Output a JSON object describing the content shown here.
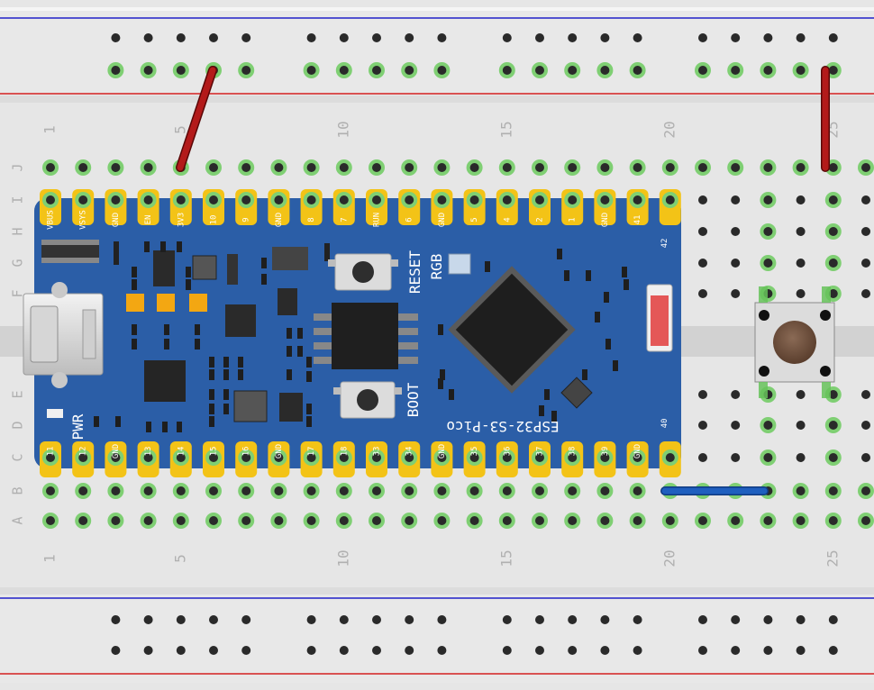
{
  "breadboard": {
    "column_numbers": [
      "1",
      "5",
      "10",
      "15",
      "20",
      "25"
    ],
    "row_letters_top": [
      "J",
      "I",
      "H",
      "G",
      "F"
    ],
    "row_letters_bottom": [
      "E",
      "D",
      "C",
      "B",
      "A"
    ]
  },
  "board": {
    "name": "ESP32-S3-Pico",
    "top_pins": [
      "VBUS",
      "VSYS",
      "GND",
      "EN",
      "3V3",
      "10",
      "9",
      "GND",
      "8",
      "7",
      "RUN",
      "6",
      "GND",
      "5",
      "4",
      "2",
      "1",
      "GND",
      "41"
    ],
    "bottom_pins": [
      "11",
      "12",
      "GND",
      "13",
      "14",
      "15",
      "16",
      "GND",
      "17",
      "18",
      "33",
      "34",
      "GND",
      "35",
      "36",
      "37",
      "38",
      "39",
      "GND"
    ],
    "pin_42": "42",
    "pin_40": "40",
    "labels": {
      "reset": "RESET",
      "boot": "BOOT",
      "rgb": "RGB",
      "pwr": "PWR"
    }
  },
  "colors": {
    "breadboard": "#e6e6e6",
    "board": "#2b5ea7",
    "pin_pad": "#f3c317",
    "red_wire": "#b31a1a",
    "blue_wire": "#1f5fbf",
    "rail_red": "#d42020",
    "rail_blue": "#2020c8",
    "hole_green": "#55b84a"
  },
  "components": {
    "push_button": "tactile-push-button",
    "usb": "usb-connector"
  }
}
